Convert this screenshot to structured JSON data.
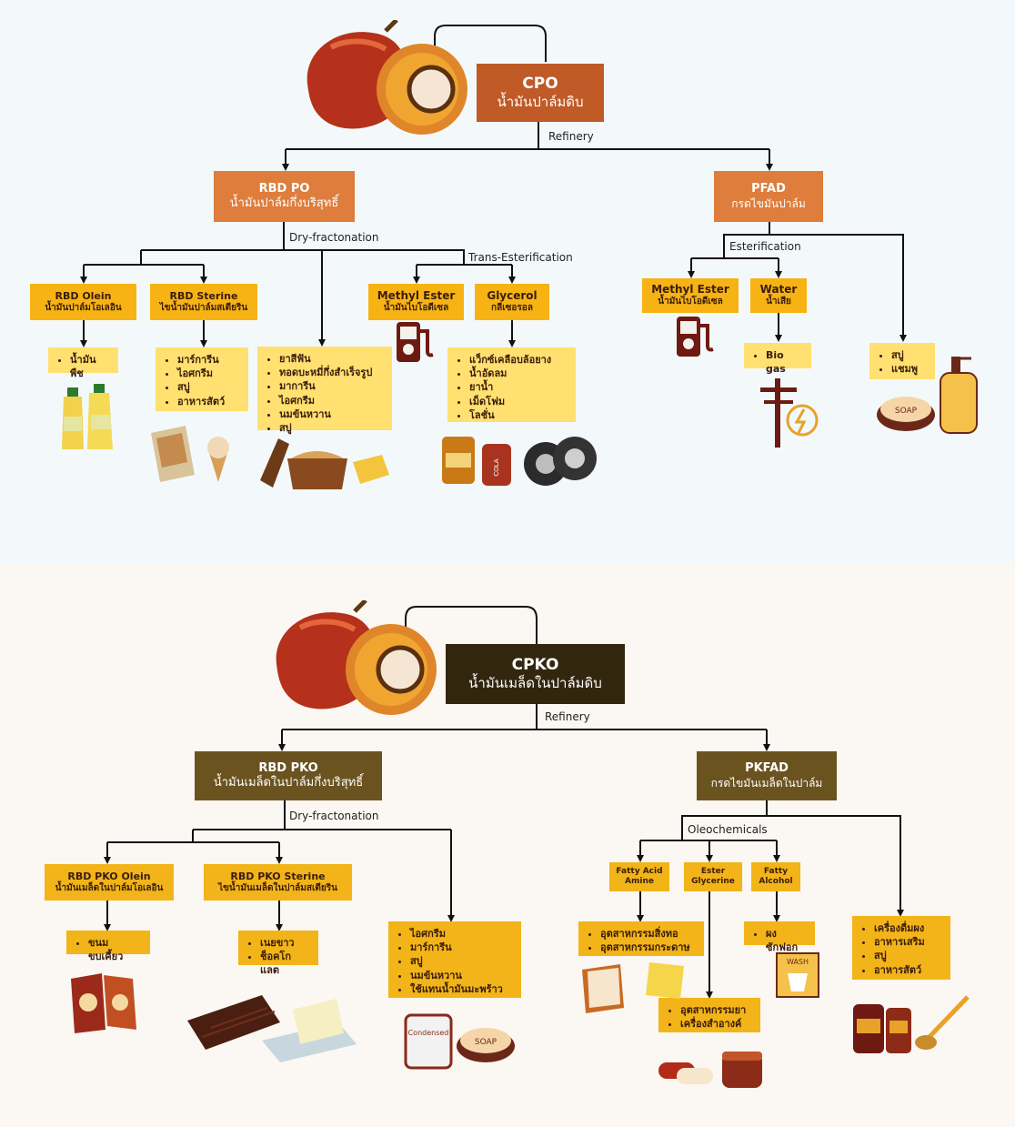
{
  "top": {
    "root": {
      "code": "CPO",
      "thai": "น้ำมันปาล์มดิบ"
    },
    "refinery_label": "Refinery",
    "rbd_po": {
      "code": "RBD PO",
      "thai": "น้ำมันปาล์มกึ่งบริสุทธิ์"
    },
    "pfad": {
      "code": "PFAD",
      "thai": "กรดไขมันปาล์ม"
    },
    "dry_fractonation_label": "Dry-fractonation",
    "trans_esterification_label": "Trans-Esterification",
    "esterification_label": "Esterification",
    "rbd_olein": {
      "code": "RBD Olein",
      "thai": "น้ำมันปาล์มโอเลอิน"
    },
    "rbd_sterine": {
      "code": "RBD Sterine",
      "thai": "ไขน้ำมันปาล์มสเตียริน"
    },
    "methyl_ester_1": {
      "code": "Methyl Ester",
      "thai": "น้ำมันไบโอดีเซล"
    },
    "glycerol": {
      "code": "Glycerol",
      "thai": "กลีเซอรอล"
    },
    "methyl_ester_2": {
      "code": "Methyl Ester",
      "thai": "น้ำมันไบโอดีเซล"
    },
    "water": {
      "code": "Water",
      "thai": "น้ำเสีย"
    },
    "olein_uses": [
      "น้ำมันพืช"
    ],
    "sterine_uses": [
      "มาร์การีน",
      "ไอศกรีม",
      "สบู่",
      "อาหารสัตว์"
    ],
    "direct_uses": [
      "ยาสีฟัน",
      "ทอดบะหมี่กึ่งสำเร็จรูป",
      "มาการีน",
      "ไอศกรีม",
      "นมข้นหวาน",
      "สบู่"
    ],
    "glycerol_uses": [
      "แว็กซ์เคลือบล้อยาง",
      "น้ำอัดลม",
      "ยาน้ำ",
      "เม็ดโฟม",
      "โลชั่น"
    ],
    "water_uses": [
      "Bio gas"
    ],
    "pfad_uses": [
      "สบู่",
      "แชมพู"
    ]
  },
  "bottom": {
    "root": {
      "code": "CPKO",
      "thai": "น้ำมันเมล็ดในปาล์มดิบ"
    },
    "refinery_label": "Refinery",
    "rbd_pko": {
      "code": "RBD PKO",
      "thai": "น้ำมันเมล็ดในปาล์มกึ่งบริสุทธิ์"
    },
    "pkfad": {
      "code": "PKFAD",
      "thai": "กรดไขมันเมล็ดในปาล์ม"
    },
    "dry_fractonation_label": "Dry-fractonation",
    "oleochemicals_label": "Oleochemicals",
    "pko_olein": {
      "code": "RBD PKO Olein",
      "thai": "น้ำมันเมล็ดในปาล์มโอเลอิน"
    },
    "pko_sterine": {
      "code": "RBD PKO Sterine",
      "thai": "ไขน้ำมันเมล็ดในปาล์มสเตียริน"
    },
    "fatty_acid_amine": {
      "l1": "Fatty Acid",
      "l2": "Amine"
    },
    "ester_glycerine": {
      "l1": "Ester",
      "l2": "Glycerine"
    },
    "fatty_alcohol": {
      "l1": "Fatty",
      "l2": "Alcohol"
    },
    "pko_olein_uses": [
      "ขนมขบเคี้ยว"
    ],
    "pko_sterine_uses": [
      "เนยขาว",
      "ช็อคโกแลต"
    ],
    "pko_direct_uses": [
      "ไอศกรีม",
      "มาร์การีน",
      "สบู่",
      "นมข้นหวาน",
      "ใช้แทนน้ำมันมะพร้าว"
    ],
    "amine_uses": [
      "อุตสาหกรรมสิ่งทอ",
      "อุตสาหกรรมกระดาษ"
    ],
    "glycerine_uses": [
      "อุตสาหกรรมยา",
      "เครื่องสำอางค์"
    ],
    "alcohol_uses": [
      "ผงซักฟอก"
    ],
    "pkfad_uses": [
      "เครื่องดื่มผง",
      "อาหารเสริม",
      "สบู่",
      "อาหารสัตว์"
    ]
  },
  "icon_labels": {
    "soap": "SOAP",
    "cola": "COLA",
    "wash": "WASH",
    "condensed": "Condensed"
  },
  "colors": {
    "cpo": "#c05a26",
    "rbd_po": "#de7d3c",
    "yellow": "#f7b314",
    "pale": "#ffe070",
    "cpko": "#33260f",
    "rbd_pko": "#6b5320",
    "gold": "#f2b418"
  }
}
